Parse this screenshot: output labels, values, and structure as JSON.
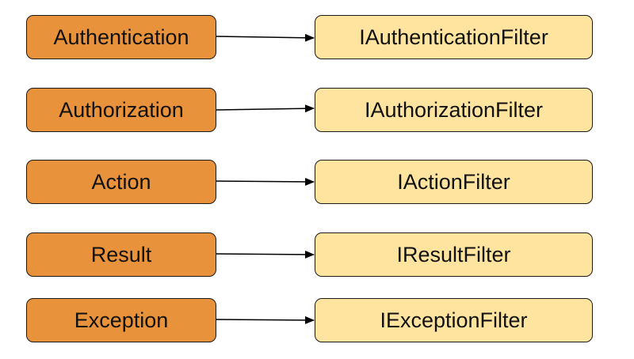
{
  "colors": {
    "category_fill": "#e8923b",
    "filter_fill": "#fee49e",
    "border": "#1a1a1a",
    "arrow": "#000000"
  },
  "rows": [
    {
      "category": "Authentication",
      "filter": "IAuthenticationFilter"
    },
    {
      "category": "Authorization",
      "filter": "IAuthorizationFilter"
    },
    {
      "category": "Action",
      "filter": "IActionFilter"
    },
    {
      "category": "Result",
      "filter": "IResultFilter"
    },
    {
      "category": "Exception",
      "filter": "IExceptionFilter"
    }
  ]
}
